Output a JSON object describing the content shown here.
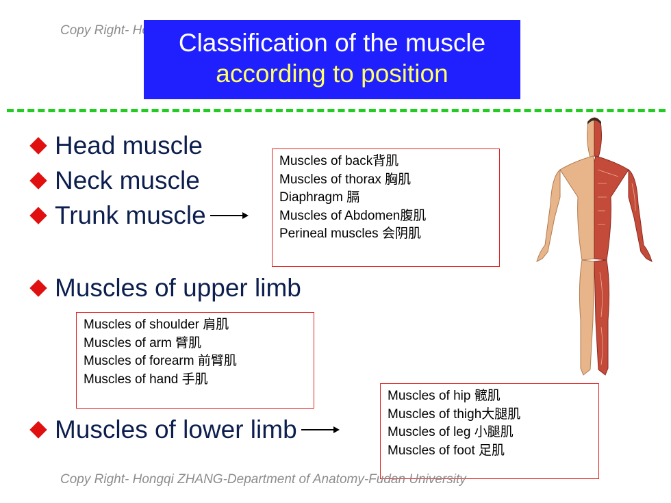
{
  "copyright": "Copy Right- Hongqi ZHANG-Department of Anatomy-Fudan University",
  "title": {
    "line1": "Classification of the muscle",
    "line2": "according to position"
  },
  "bullets": {
    "head": "Head muscle",
    "neck": "Neck muscle",
    "trunk": "Trunk muscle",
    "upper": "Muscles of upper limb",
    "lower": "Muscles of lower limb"
  },
  "trunk_box": [
    "Muscles of back背肌",
    "Muscles of thorax 胸肌",
    "Diaphragm 膈",
    "Muscles of Abdomen腹肌",
    "Perineal muscles 会阴肌"
  ],
  "upper_box": [
    "Muscles of shoulder 肩肌",
    "Muscles of arm 臂肌",
    "Muscles of forearm 前臂肌",
    "Muscles of hand  手肌"
  ],
  "lower_box": [
    "Muscles of hip 髋肌",
    "Muscles of thigh大腿肌",
    "Muscles of leg 小腿肌",
    "Muscles of foot 足肌"
  ],
  "colors": {
    "title_bg": "#2020ff",
    "title_line2": "#ffff66",
    "bullet_marker": "#e01010",
    "divider": "#22cc22",
    "box_border": "#e02020"
  }
}
